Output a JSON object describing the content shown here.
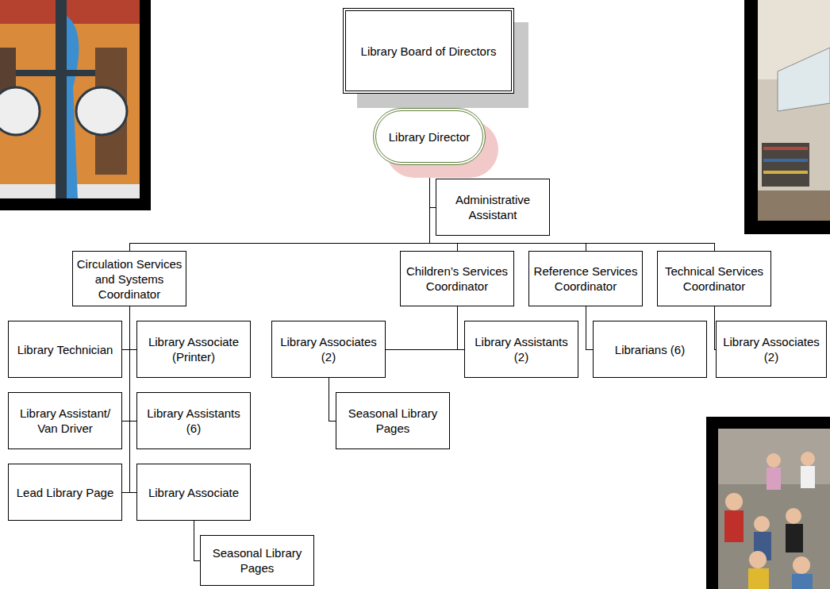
{
  "diagram": {
    "nodes": [
      {
        "text": [
          "Library Board of Directors"
        ]
      },
      {
        "text": [
          "Library Director"
        ]
      },
      {
        "text": [
          "Administrative Assistant"
        ]
      },
      {
        "text": [
          "Circulation Services and Systems Coordinator"
        ]
      },
      {
        "text": [
          "Children’s Services Coordinator"
        ]
      },
      {
        "text": [
          "Reference Services Coordinator"
        ]
      },
      {
        "text": [
          "Technical Services Coordinator"
        ]
      },
      {
        "text": [
          "Library Technician"
        ]
      },
      {
        "text": [
          "Library Associate (Printer)"
        ]
      },
      {
        "text": [
          "Library Assistant/ Van Driver"
        ]
      },
      {
        "text": [
          "Library Assistants (6)"
        ]
      },
      {
        "text": [
          "Lead Library Page"
        ]
      },
      {
        "text": [
          "Library Associate"
        ]
      },
      {
        "text": [
          "Seasonal Library Pages"
        ]
      },
      {
        "text": [
          "Library Associates (2)"
        ]
      },
      {
        "text": [
          "Library Assistants (2)"
        ]
      },
      {
        "text": [
          "Seasonal Library Pages"
        ]
      },
      {
        "text": [
          "Librarians (6)"
        ]
      },
      {
        "text": [
          "Library Associates (2)"
        ]
      }
    ],
    "edges": [
      {
        "from": 0,
        "to": 1,
        "arrow": "none"
      },
      {
        "from": 1,
        "to": 2,
        "arrow": "none"
      },
      {
        "from": 1,
        "to": 3,
        "arrow": "none"
      },
      {
        "from": 1,
        "to": 4,
        "arrow": "none"
      },
      {
        "from": 1,
        "to": 5,
        "arrow": "none"
      },
      {
        "from": 1,
        "to": 6,
        "arrow": "none"
      },
      {
        "from": 3,
        "to": 7,
        "arrow": "none"
      },
      {
        "from": 3,
        "to": 8,
        "arrow": "none"
      },
      {
        "from": 3,
        "to": 9,
        "arrow": "none"
      },
      {
        "from": 3,
        "to": 10,
        "arrow": "none"
      },
      {
        "from": 3,
        "to": 11,
        "arrow": "none"
      },
      {
        "from": 3,
        "to": 12,
        "arrow": "none"
      },
      {
        "from": 12,
        "to": 13,
        "arrow": "none"
      },
      {
        "from": 4,
        "to": 14,
        "arrow": "none"
      },
      {
        "from": 4,
        "to": 15,
        "arrow": "none"
      },
      {
        "from": 14,
        "to": 16,
        "arrow": "none"
      },
      {
        "from": 5,
        "to": 17,
        "arrow": "none"
      },
      {
        "from": 6,
        "to": 18,
        "arrow": "none"
      }
    ]
  }
}
